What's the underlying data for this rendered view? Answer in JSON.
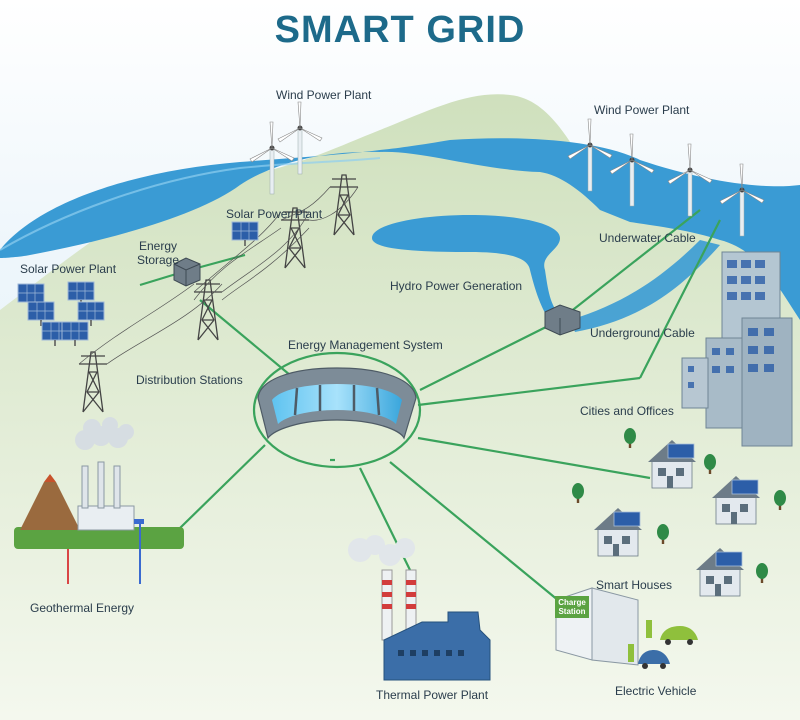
{
  "title": "SMART GRID",
  "labels": {
    "wind_power_plant_left": "Wind Power Plant",
    "wind_power_plant_right": "Wind Power Plant",
    "solar_power_plant_center": "Solar Power Plant",
    "solar_power_plant_left": "Solar Power Plant",
    "energy_storage": "Energy\nStorage",
    "underwater_cable": "Underwater Cable",
    "hydro_power_generation": "Hydro Power Generation",
    "underground_cable": "Underground Cable",
    "energy_management_system": "Energy Management System",
    "distribution_stations": "Distribution Stations",
    "cities_and_offices": "Cities and Offices",
    "smart_houses": "Smart Houses",
    "geothermal_energy": "Geothermal Energy",
    "thermal_power_plant": "Thermal Power Plant",
    "electric_vehicle": "Electric Vehicle",
    "charge_station": "Charge\nStation"
  },
  "colors": {
    "title": "#1d6a8a",
    "water": "#3a9bd4",
    "hill": "#d9e7c9",
    "grid_line": "#3aa35c",
    "solar_panel": "#2c5ea8",
    "building": "#8fa6b5",
    "chimney_stripe": "#d23c3c"
  }
}
